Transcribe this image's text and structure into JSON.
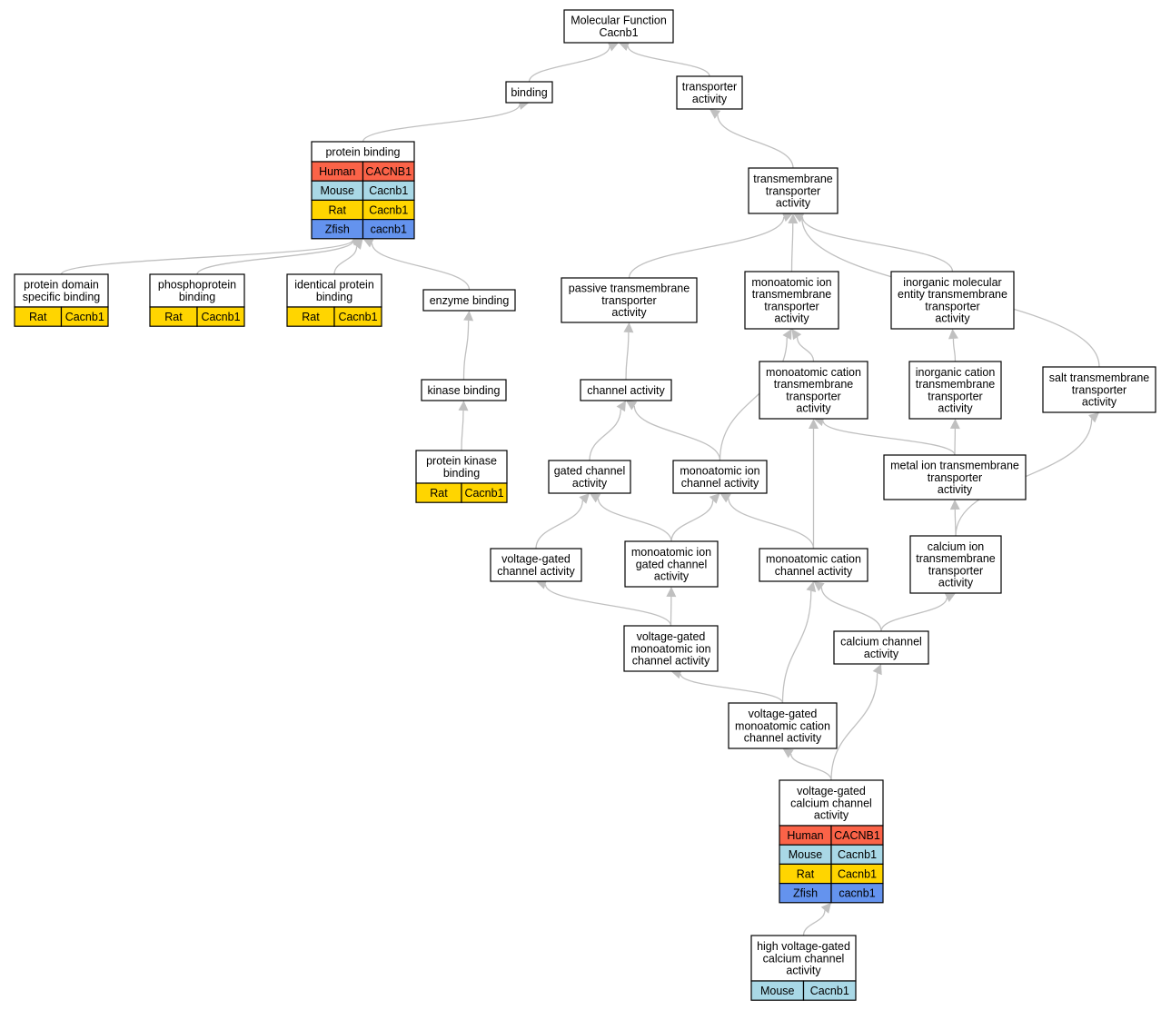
{
  "colors": {
    "Human": "#fb6348",
    "Mouse": "#a9d8e6",
    "Rat": "#ffd500",
    "Zfish": "#6493ee",
    "edge": "#c0c0c0"
  },
  "nodes": [
    {
      "id": "mf",
      "label": [
        "Molecular Function",
        "Cacnb1"
      ],
      "rows": []
    },
    {
      "id": "binding",
      "label": [
        "binding"
      ],
      "rows": []
    },
    {
      "id": "transporter",
      "label": [
        "transporter",
        "activity"
      ],
      "rows": []
    },
    {
      "id": "protein_binding",
      "label": [
        "protein binding"
      ],
      "rows": [
        [
          "Human",
          "CACNB1"
        ],
        [
          "Mouse",
          "Cacnb1"
        ],
        [
          "Rat",
          "Cacnb1"
        ],
        [
          "Zfish",
          "cacnb1"
        ]
      ]
    },
    {
      "id": "tm_transporter",
      "label": [
        "transmembrane",
        "transporter",
        "activity"
      ],
      "rows": []
    },
    {
      "id": "protein_domain",
      "label": [
        "protein domain",
        "specific binding"
      ],
      "rows": [
        [
          "Rat",
          "Cacnb1"
        ]
      ]
    },
    {
      "id": "phosphoprotein",
      "label": [
        "phosphoprotein",
        "binding"
      ],
      "rows": [
        [
          "Rat",
          "Cacnb1"
        ]
      ]
    },
    {
      "id": "identical_protein",
      "label": [
        "identical protein",
        "binding"
      ],
      "rows": [
        [
          "Rat",
          "Cacnb1"
        ]
      ]
    },
    {
      "id": "enzyme_binding",
      "label": [
        "enzyme binding"
      ],
      "rows": []
    },
    {
      "id": "passive_tm",
      "label": [
        "passive transmembrane",
        "transporter",
        "activity"
      ],
      "rows": []
    },
    {
      "id": "mono_ion_tm",
      "label": [
        "monoatomic ion",
        "transmembrane",
        "transporter",
        "activity"
      ],
      "rows": []
    },
    {
      "id": "inorg_mol_tm",
      "label": [
        "inorganic molecular",
        "entity transmembrane",
        "transporter",
        "activity"
      ],
      "rows": []
    },
    {
      "id": "kinase_binding",
      "label": [
        "kinase binding"
      ],
      "rows": []
    },
    {
      "id": "channel_activity",
      "label": [
        "channel activity"
      ],
      "rows": []
    },
    {
      "id": "mono_cation_tm",
      "label": [
        "monoatomic cation",
        "transmembrane",
        "transporter",
        "activity"
      ],
      "rows": []
    },
    {
      "id": "inorg_cation_tm",
      "label": [
        "inorganic cation",
        "transmembrane",
        "transporter",
        "activity"
      ],
      "rows": []
    },
    {
      "id": "salt_tm",
      "label": [
        "salt transmembrane",
        "transporter",
        "activity"
      ],
      "rows": []
    },
    {
      "id": "protein_kinase",
      "label": [
        "protein kinase",
        "binding"
      ],
      "rows": [
        [
          "Rat",
          "Cacnb1"
        ]
      ]
    },
    {
      "id": "gated_channel",
      "label": [
        "gated channel",
        "activity"
      ],
      "rows": []
    },
    {
      "id": "mono_ion_channel",
      "label": [
        "monoatomic ion",
        "channel activity"
      ],
      "rows": []
    },
    {
      "id": "metal_ion_tm",
      "label": [
        "metal ion transmembrane",
        "transporter",
        "activity"
      ],
      "rows": []
    },
    {
      "id": "vg_channel",
      "label": [
        "voltage-gated",
        "channel activity"
      ],
      "rows": []
    },
    {
      "id": "mono_ion_gated",
      "label": [
        "monoatomic ion",
        "gated channel",
        "activity"
      ],
      "rows": []
    },
    {
      "id": "mono_cation_channel",
      "label": [
        "monoatomic cation",
        "channel activity"
      ],
      "rows": []
    },
    {
      "id": "calcium_ion_tm",
      "label": [
        "calcium ion",
        "transmembrane",
        "transporter",
        "activity"
      ],
      "rows": []
    },
    {
      "id": "vg_mono_ion",
      "label": [
        "voltage-gated",
        "monoatomic ion",
        "channel activity"
      ],
      "rows": []
    },
    {
      "id": "calcium_channel",
      "label": [
        "calcium channel",
        "activity"
      ],
      "rows": []
    },
    {
      "id": "vg_mono_cation",
      "label": [
        "voltage-gated",
        "monoatomic cation",
        "channel activity"
      ],
      "rows": []
    },
    {
      "id": "vg_calcium",
      "label": [
        "voltage-gated",
        "calcium channel",
        "activity"
      ],
      "rows": [
        [
          "Human",
          "CACNB1"
        ],
        [
          "Mouse",
          "Cacnb1"
        ],
        [
          "Rat",
          "Cacnb1"
        ],
        [
          "Zfish",
          "cacnb1"
        ]
      ]
    },
    {
      "id": "hv_calcium",
      "label": [
        "high voltage-gated",
        "calcium channel",
        "activity"
      ],
      "rows": [
        [
          "Mouse",
          "Cacnb1"
        ]
      ]
    }
  ],
  "edges": [
    [
      "binding",
      "mf"
    ],
    [
      "transporter",
      "mf"
    ],
    [
      "protein_binding",
      "binding"
    ],
    [
      "tm_transporter",
      "transporter"
    ],
    [
      "protein_domain",
      "protein_binding"
    ],
    [
      "phosphoprotein",
      "protein_binding"
    ],
    [
      "identical_protein",
      "protein_binding"
    ],
    [
      "enzyme_binding",
      "protein_binding"
    ],
    [
      "passive_tm",
      "tm_transporter"
    ],
    [
      "mono_ion_tm",
      "tm_transporter"
    ],
    [
      "inorg_mol_tm",
      "tm_transporter"
    ],
    [
      "salt_tm",
      "tm_transporter"
    ],
    [
      "kinase_binding",
      "enzyme_binding"
    ],
    [
      "protein_kinase",
      "kinase_binding"
    ],
    [
      "channel_activity",
      "passive_tm"
    ],
    [
      "mono_ion_channel",
      "mono_ion_tm"
    ],
    [
      "mono_cation_tm",
      "mono_ion_tm"
    ],
    [
      "inorg_cation_tm",
      "inorg_mol_tm"
    ],
    [
      "metal_ion_tm",
      "mono_cation_tm"
    ],
    [
      "metal_ion_tm",
      "inorg_cation_tm"
    ],
    [
      "gated_channel",
      "channel_activity"
    ],
    [
      "mono_ion_channel",
      "channel_activity"
    ],
    [
      "mono_cation_channel",
      "mono_cation_tm"
    ],
    [
      "calcium_ion_tm",
      "metal_ion_tm"
    ],
    [
      "calcium_ion_tm",
      "salt_tm"
    ],
    [
      "vg_channel",
      "gated_channel"
    ],
    [
      "mono_ion_gated",
      "gated_channel"
    ],
    [
      "mono_ion_gated",
      "mono_ion_channel"
    ],
    [
      "mono_cation_channel",
      "mono_ion_channel"
    ],
    [
      "vg_mono_ion",
      "vg_channel"
    ],
    [
      "vg_mono_ion",
      "mono_ion_gated"
    ],
    [
      "calcium_channel",
      "mono_cation_channel"
    ],
    [
      "calcium_channel",
      "calcium_ion_tm"
    ],
    [
      "vg_mono_cation",
      "vg_mono_ion"
    ],
    [
      "vg_mono_cation",
      "mono_cation_channel"
    ],
    [
      "vg_calcium",
      "vg_mono_cation"
    ],
    [
      "vg_calcium",
      "calcium_channel"
    ],
    [
      "hv_calcium",
      "vg_calcium"
    ]
  ]
}
